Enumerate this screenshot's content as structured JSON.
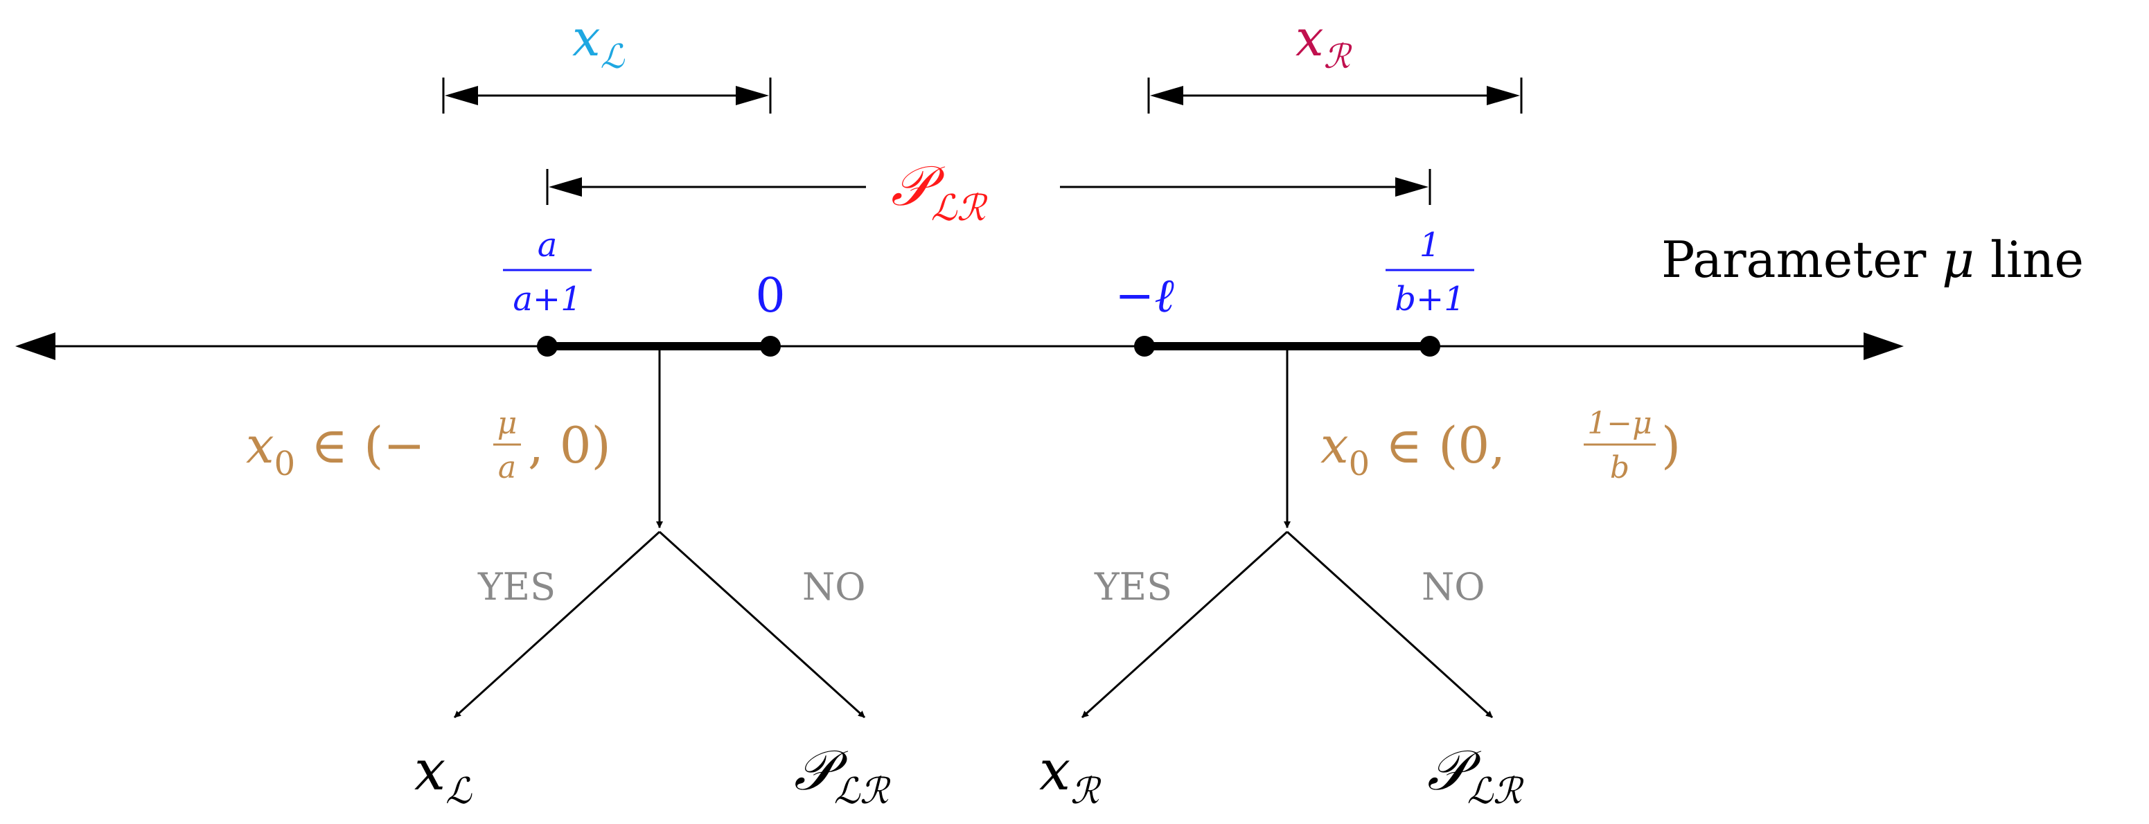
{
  "axis": {
    "title_main": "Parameter ",
    "title_var": "μ",
    "title_tail": " line"
  },
  "colors": {
    "black": "#000000",
    "blue": "#1a1aff",
    "cyan": "#1ea7e1",
    "crimson": "#c0104e",
    "red": "#ff1a1a",
    "tan": "#c08a4c",
    "gray": "#8a8a8a"
  },
  "ranges": {
    "xL": {
      "main": "x",
      "sub": "ℒ"
    },
    "xR": {
      "main": "x",
      "sub": "ℛ"
    },
    "PLR": {
      "main": "𝒫",
      "sub": "ℒℛ"
    }
  },
  "ticks": {
    "left_start": {
      "num": "a",
      "den": "a+1"
    },
    "left_end": "0",
    "right_start": "−ℓ",
    "right_end": {
      "num": "1",
      "den": "b+1"
    }
  },
  "conditions": {
    "left": {
      "pre": "x",
      "sub": "0",
      "mid": " ∈ (−",
      "frac_num": "μ",
      "frac_den": "a",
      "post": ", 0)"
    },
    "right": {
      "pre": "x",
      "sub": "0",
      "mid": " ∈ (0, ",
      "frac_num": "1−μ",
      "frac_den": "b",
      "post": ")"
    }
  },
  "branches": {
    "left": {
      "yes": "YES",
      "no": "NO"
    },
    "right": {
      "yes": "YES",
      "no": "NO"
    }
  },
  "outcomes": {
    "left_yes": {
      "main": "x",
      "sub": "ℒ"
    },
    "left_no": {
      "main": "𝒫",
      "sub": "ℒℛ"
    },
    "right_yes": {
      "main": "x",
      "sub": "ℛ"
    },
    "right_no": {
      "main": "𝒫",
      "sub": "ℒℛ"
    }
  }
}
